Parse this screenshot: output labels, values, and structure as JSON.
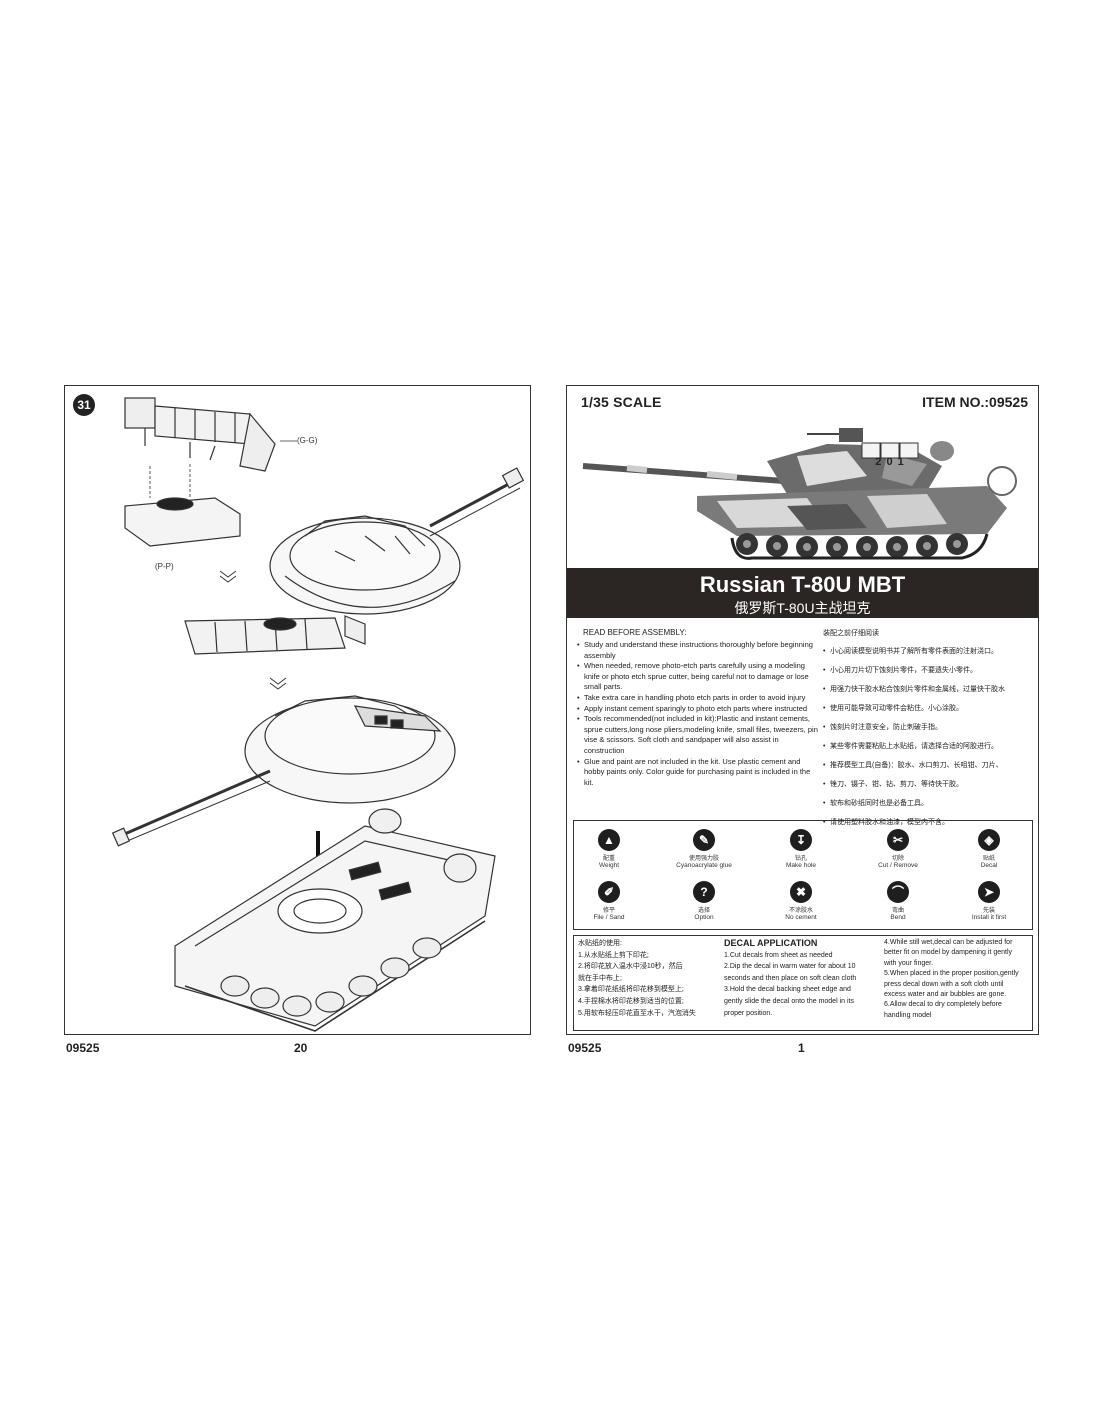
{
  "left_page": {
    "step": "31",
    "callouts": {
      "gg": "(G-G)",
      "pp": "(P-P)"
    },
    "footer_code": "09525",
    "footer_page": "20"
  },
  "right_page": {
    "scale": "1/35 SCALE",
    "item_no": "ITEM NO.:09525",
    "tank_number": "2 0 1",
    "title_en": "Russian T-80U MBT",
    "title_cn": "俄罗斯T-80U主战坦克",
    "read_title": "READ BEFORE ASSEMBLY:",
    "en_instructions": [
      "Study and understand these instructions thoroughly before beginning assembly",
      "When needed, remove photo-etch parts carefully using a modeling knife or photo etch sprue cutter, being careful not to damage or lose small parts.",
      "Take extra care in handling photo etch parts in order to avoid injury",
      "Apply instant cement sparingly to photo etch parts where instructed",
      "Tools recommended(not included in kit):Plastic and instant cements, sprue cutters,long nose pliers,modeling knife, small files, tweezers, pin vise & scissors. Soft cloth and sandpaper will also assist in construction",
      "Glue and paint are not included in the kit. Use plastic cement and hobby paints only. Color guide for purchasing paint is included in the kit."
    ],
    "cn_title": "装配之前仔细阅读",
    "cn_instructions": [
      "小心阅读模型说明书并了解所有零件表面的注射浇口。",
      "小心用刀片切下蚀刻片零件，不要遗失小零件。",
      "用强力快干胶水粘合蚀刻片零件和金属线，过量快干胶水",
      "使用可能导致可动零件会粘住。小心涂胶。",
      "蚀刻片时注意安全，防止刺破手指。",
      "某些零件需要粘贴上水贴纸，请选择合适的阿胶进行。",
      "推荐模型工具(自备)：胶水、水口剪刀、长咀钳、刀片、",
      "锉刀、镊子、钳、钻、剪刀、等待快干胶。",
      "软布和砂纸同时也是必备工具。",
      "请使用塑料胶水和油漆，模型内不含。"
    ],
    "icons": [
      {
        "cn": "配重",
        "en": "Weight",
        "glyph": "▲",
        "name": "weight-icon"
      },
      {
        "cn": "使用强力胶",
        "en": "Cyanoacrylate glue",
        "glyph": "✎",
        "name": "glue-icon"
      },
      {
        "cn": "钻孔",
        "en": "Make hole",
        "glyph": "↧",
        "name": "drill-icon"
      },
      {
        "cn": "切除",
        "en": "Cut / Remove",
        "glyph": "✂",
        "name": "cut-icon"
      },
      {
        "cn": "贴纸",
        "en": "Decal",
        "glyph": "◈",
        "name": "decal-icon"
      },
      {
        "cn": "修平",
        "en": "File / Sand",
        "glyph": "✐",
        "name": "file-icon"
      },
      {
        "cn": "选择",
        "en": "Option",
        "glyph": "?",
        "name": "option-icon"
      },
      {
        "cn": "不涂胶水",
        "en": "No cement",
        "glyph": "✖",
        "name": "no-cement-icon"
      },
      {
        "cn": "弯曲",
        "en": "Bend",
        "glyph": "⌒",
        "name": "bend-icon"
      },
      {
        "cn": "先装",
        "en": "Install it first",
        "glyph": "➤",
        "name": "install-first-icon"
      }
    ],
    "decal_cn_title": "水贴纸的使用:",
    "decal_cn": [
      "1.从水贴纸上剪下印花;",
      "2.将印花放入温水中浸10秒，然后",
      "   就在手中布上;",
      "3.拿着印花纸纸将印花移到模型上;",
      "4.手捏棉水将印花移到适当的位置;",
      "5.用软布轻压印花直至水干，汽泡消失"
    ],
    "decal_en_title": "DECAL APPLICATION",
    "decal_en_mid": [
      "1.Cut decals from sheet as needed",
      "2.Dip the decal in warm water for about 10",
      "   seconds and then place on soft clean cloth",
      "3.Hold the decal backing sheet edge and",
      "   gently slide the decal onto the model in its",
      "   proper position."
    ],
    "decal_en_right": [
      "4.While still wet,decal can be adjusted for",
      "   better fit on model by dampening it gently",
      "   with your finger.",
      "5.When placed in the proper position,gently",
      "   press decal down with a soft cloth until",
      "   excess water and air bubbles are gone.",
      "6.Allow decal to dry completely before",
      "   handling model"
    ],
    "footer_code": "09525",
    "footer_page": "1"
  }
}
